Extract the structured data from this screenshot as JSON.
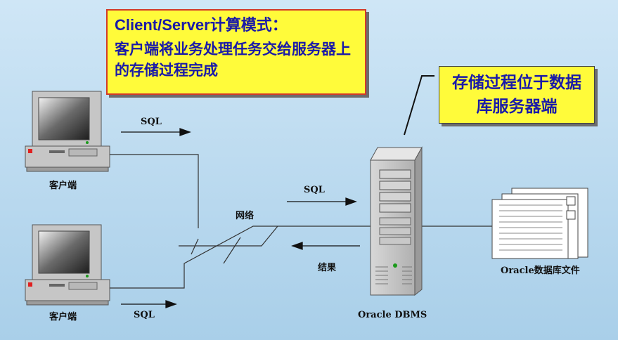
{
  "callout_main": {
    "title": "Client/Server计算模式：",
    "body": "客户端将业务处理任务交给服务器上的存储过程完成"
  },
  "callout_side": {
    "text": "存储过程位于数据库服务器端"
  },
  "labels": {
    "client_top": "客户端",
    "client_bottom": "客户端",
    "sql_top": "SQL",
    "sql_bottom": "SQL",
    "sql_server": "SQL",
    "network": "网络",
    "result": "结果",
    "server": "Oracle DBMS",
    "db_files": "Oracle数据库文件"
  },
  "colors": {
    "callout_fill": "#fffb3a",
    "callout_border": "#d23a2a",
    "callout_text": "#1a1aa8"
  }
}
